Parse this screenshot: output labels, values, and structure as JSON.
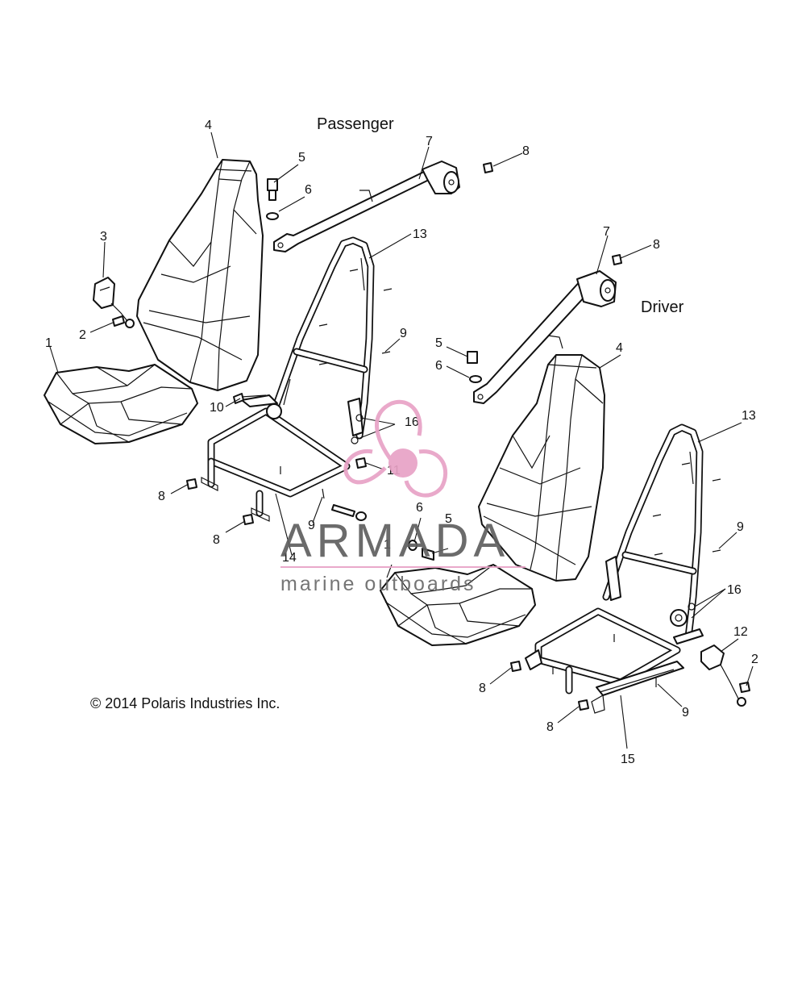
{
  "diagram": {
    "group_labels": {
      "passenger": "Passenger",
      "driver": "Driver"
    },
    "copyright": "© 2014 Polaris Industries Inc.",
    "callouts": {
      "c1a": "1",
      "c2a": "2",
      "c3": "3",
      "c4a": "4",
      "c5a": "5",
      "c6a": "6",
      "c7a": "7",
      "c8a": "8",
      "c13a": "13",
      "c9a": "9",
      "c10": "10",
      "c16a": "16",
      "c11": "11",
      "c8b": "8",
      "c8c": "8",
      "c9b": "9",
      "c14": "14",
      "c6b": "6",
      "c5b": "5",
      "c1b": "1",
      "c7b": "7",
      "c8d": "8",
      "c5c": "5",
      "c6c": "6",
      "c4b": "4",
      "c13b": "13",
      "c9c": "9",
      "c16b": "16",
      "c12": "12",
      "c2b": "2",
      "c8e": "8",
      "c9d": "9",
      "c8f": "8",
      "c15": "15"
    }
  },
  "watermark": {
    "brand": "ARMADA",
    "tagline": "marine outboards",
    "accent": "#e8a2c6",
    "text_color": "#5f5f5f"
  }
}
